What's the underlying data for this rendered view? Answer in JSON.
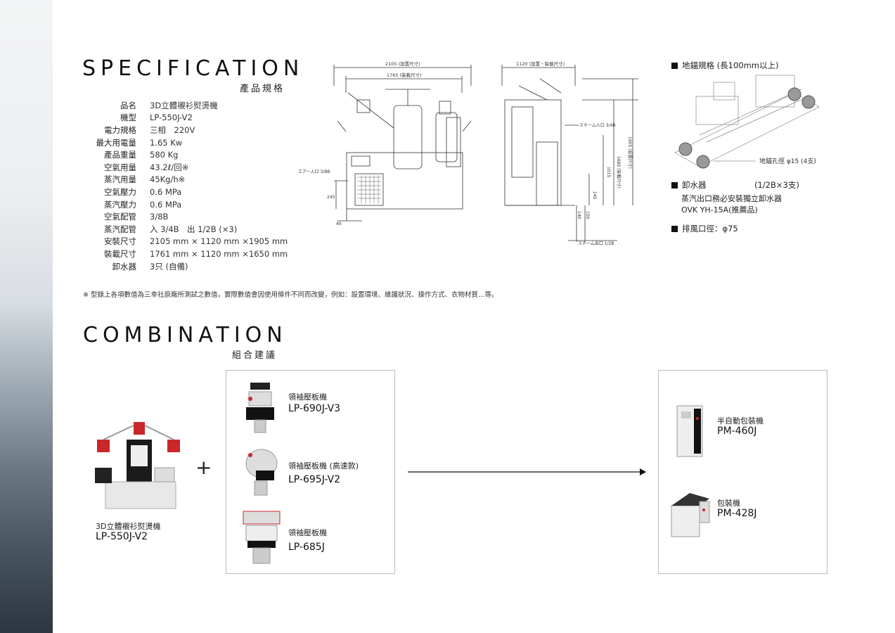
{
  "spec": {
    "title": "SPECIFICATION",
    "subtitle": "產品規格",
    "rows": [
      {
        "label": "品名",
        "value": "3D立體襯衫熨燙機"
      },
      {
        "label": "機型",
        "value": "LP-550J-V2"
      },
      {
        "label": "電力規格",
        "value": "三相　220V"
      },
      {
        "label": "最大用電量",
        "value": "1.65 Kw"
      },
      {
        "label": "產品重量",
        "value": "580 Kg"
      },
      {
        "label": "空氣用量",
        "value": "43.2ℓ/回※"
      },
      {
        "label": "蒸汽用量",
        "value": "45Kg/h※"
      },
      {
        "label": "空氣壓力",
        "value": "0.6 MPa"
      },
      {
        "label": "蒸汽壓力",
        "value": "0.6 MPa"
      },
      {
        "label": "空氣配管",
        "value": "3/8B"
      },
      {
        "label": "蒸汽配管",
        "value": "入 3/4B　出 1/2B (×3)"
      },
      {
        "label": "安裝尺寸",
        "value": "2105 mm × 1120 mm ×1905 mm"
      },
      {
        "label": "裝載尺寸",
        "value": "1761 mm × 1120 mm ×1650 mm"
      },
      {
        "label": "卸水器",
        "value": "3只 (自備)"
      }
    ],
    "note": "※ 型錄上各項數值為三幸社原廠所測試之數值，實際數值會因使用條件不同而改變，例如：設置環境、維護狀況、操作方式、衣物材質…等。"
  },
  "drawing_front": {
    "dim_top": "2105 (設置尺寸)",
    "dim_inner": "1765 (裝載尺寸)",
    "air_in": "エアー入口 3/8B",
    "dim_245": "245",
    "dim_40": "40"
  },
  "drawing_side": {
    "dim_top": "1120 (設置・裝載尺寸)",
    "steam_in": "スチーム入口 3/4B",
    "steam_out": "スチーム出口 1/2B",
    "dim_1680": "1680 (裝載尺寸)",
    "dim_1905": "1905 (設置尺寸)",
    "dim_1015": "1015",
    "dim_245": "245",
    "dim_140": "140",
    "dim_150": "150"
  },
  "anchor": {
    "title": "地錨規格 (長100mm以上)",
    "hole_label": "地錨孔徑 φ15 (4支)",
    "drain_title": "卸水器",
    "drain_qty": "(1/2B×3支)",
    "drain_line1": "蒸汽出口務必安裝獨立卸水器",
    "drain_line2": "OVK YH-15A(推薦品)",
    "exhaust": "排風口徑：φ75"
  },
  "combination": {
    "title": "COMBINATION",
    "subtitle": "組合建議",
    "main": {
      "name": "3D立體襯衫熨燙機",
      "model": "LP-550J-V2"
    },
    "plus": "+",
    "options": [
      {
        "name": "領袖壓板機",
        "model": "LP-690J-V3"
      },
      {
        "name": "領袖壓板機 (高速款)",
        "model": "LP-695J-V2"
      },
      {
        "name": "領袖壓板機",
        "model": "LP-685J"
      }
    ],
    "packing": [
      {
        "name": "半自動包裝機",
        "model": "PM-460J"
      },
      {
        "name": "包裝機",
        "model": "PM-428J"
      }
    ]
  },
  "colors": {
    "accent_red": "#c8282a",
    "sidebar_dark": "#2b3640"
  }
}
